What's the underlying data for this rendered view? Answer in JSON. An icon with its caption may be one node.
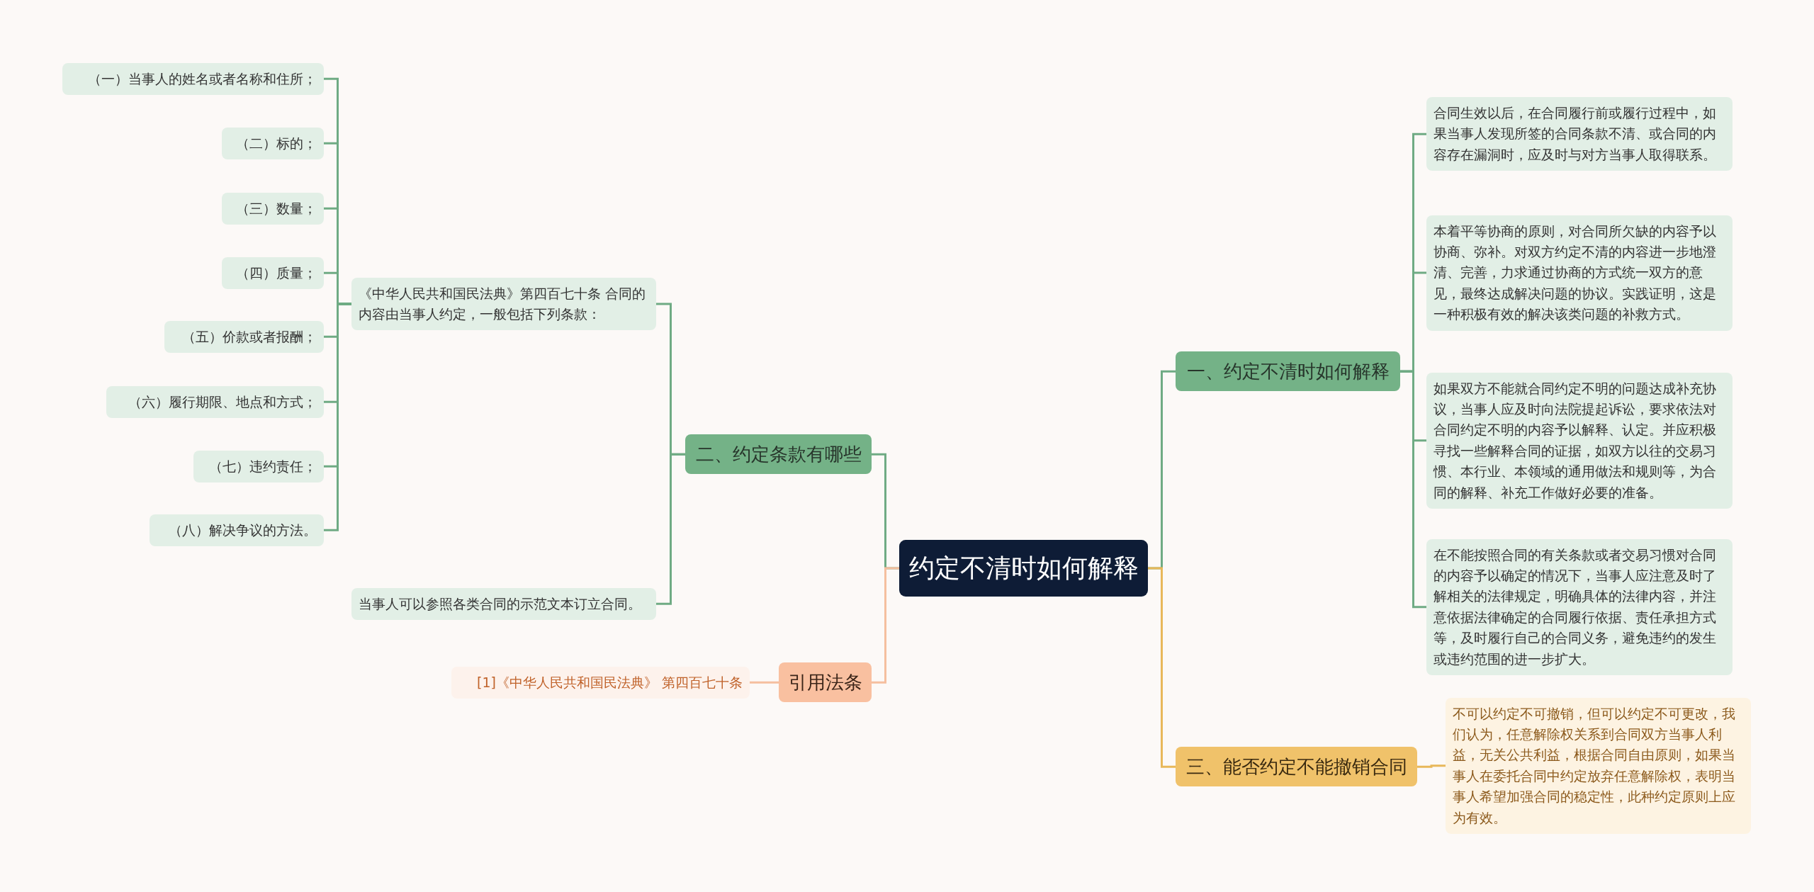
{
  "diagram": {
    "nodes": [
      {
        "text": [
          "约定不清时如何解释"
        ]
      },
      {
        "text": [
          "一、约定不清时如何解释"
        ]
      },
      {
        "text": [
          "合同生效以后，在合同履行前或履行过程中，如果当事人发现所签的合同条款不清、或合同的内容存在漏洞时，应及时与对方当事人取得联系。"
        ]
      },
      {
        "text": [
          "本着平等协商的原则，对合同所欠缺的内容予以协商、弥补。对双方约定不清的内容进一步地澄清、完善，力求通过协商的方式统一双方的意见，最终达成解决问题的协议。实践证明，这是一种积极有效的解决该类问题的补救方式。"
        ]
      },
      {
        "text": [
          "如果双方不能就合同约定不明的问题达成补充协议，当事人应及时向法院提起诉讼，要求依法对合同约定不明的内容予以解释、认定。并应积极寻找一些解释合同的证据，如双方以往的交易习惯、本行业、本领域的通用做法和规则等，为合同的解释、补充工作做好必要的准备。"
        ]
      },
      {
        "text": [
          "在不能按照合同的有关条款或者交易习惯对合同的内容予以确定的情况下，当事人应注意及时了解相关的法律规定，明确具体的法律内容，并注意依据法律确定的合同履行依据、责任承担方式等，及时履行自己的合同义务，避免违约的发生或违约范围的进一步扩大。"
        ]
      },
      {
        "text": [
          "三、能否约定不能撤销合同"
        ]
      },
      {
        "text": [
          "不可以约定不可撤销，但可以约定不可更改，我们认为，任意解除权关系到合同双方当事人利益，无关公共利益，根据合同自由原则，如果当事人在委托合同中约定放弃任意解除权，表明当事人希望加强合同的稳定性，此种约定原则上应为有效。"
        ]
      },
      {
        "text": [
          "二、约定条款有哪些"
        ]
      },
      {
        "text": [
          "《中华人民共和国民法典》第四百七十条 合同的内容由当事人约定，一般包括下列条款："
        ]
      },
      {
        "text": [
          "（一）当事人的姓名或者名称和住所；"
        ]
      },
      {
        "text": [
          "（二）标的；"
        ]
      },
      {
        "text": [
          "（三）数量；"
        ]
      },
      {
        "text": [
          "（四）质量；"
        ]
      },
      {
        "text": [
          "（五）价款或者报酬；"
        ]
      },
      {
        "text": [
          "（六）履行期限、地点和方式；"
        ]
      },
      {
        "text": [
          "（七）违约责任；"
        ]
      },
      {
        "text": [
          "（八）解决争议的方法。"
        ]
      },
      {
        "text": [
          "当事人可以参照各类合同的示范文本订立合同。"
        ]
      },
      {
        "text": [
          "引用法条"
        ]
      },
      {
        "text": [
          "[1]《中华人民共和国民法典》 第四百七十条"
        ]
      }
    ],
    "edges": [
      {
        "from": 0,
        "to": 1,
        "arrow": "none"
      },
      {
        "from": 1,
        "to": 2,
        "arrow": "none"
      },
      {
        "from": 1,
        "to": 3,
        "arrow": "none"
      },
      {
        "from": 1,
        "to": 4,
        "arrow": "none"
      },
      {
        "from": 1,
        "to": 5,
        "arrow": "none"
      },
      {
        "from": 0,
        "to": 6,
        "arrow": "none",
        "color": "#e8b85a"
      },
      {
        "from": 6,
        "to": 7,
        "arrow": "none",
        "color": "#e8b85a"
      },
      {
        "from": 0,
        "to": 8,
        "arrow": "none"
      },
      {
        "from": 8,
        "to": 9,
        "arrow": "none"
      },
      {
        "from": 9,
        "to": 10,
        "arrow": "none"
      },
      {
        "from": 9,
        "to": 11,
        "arrow": "none"
      },
      {
        "from": 9,
        "to": 12,
        "arrow": "none"
      },
      {
        "from": 9,
        "to": 13,
        "arrow": "none"
      },
      {
        "from": 9,
        "to": 14,
        "arrow": "none"
      },
      {
        "from": 9,
        "to": 15,
        "arrow": "none"
      },
      {
        "from": 9,
        "to": 16,
        "arrow": "none"
      },
      {
        "from": 9,
        "to": 17,
        "arrow": "none"
      },
      {
        "from": 8,
        "to": 18,
        "arrow": "none"
      },
      {
        "from": 0,
        "to": 19,
        "arrow": "none",
        "color": "#f5bf9f"
      },
      {
        "from": 19,
        "to": 20,
        "arrow": "none",
        "color": "#f5bf9f"
      }
    ]
  }
}
